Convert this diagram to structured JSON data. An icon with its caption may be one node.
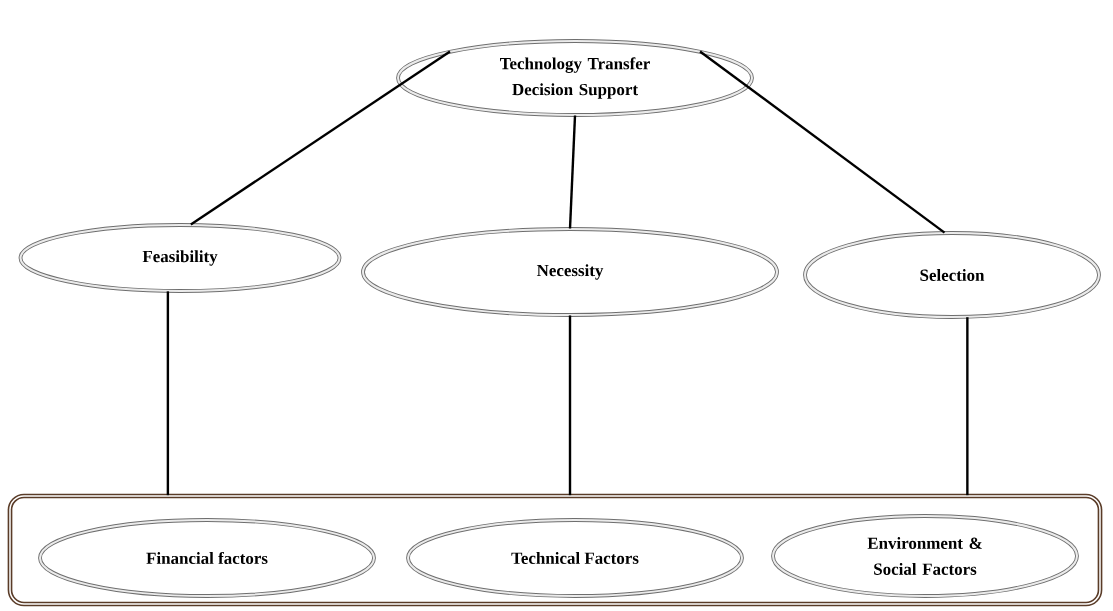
{
  "diagram": {
    "nodes": [
      {
        "text": [
          "Technology Transfer Decision Support"
        ]
      },
      {
        "text": [
          "Feasibility"
        ]
      },
      {
        "text": [
          "Necessity"
        ]
      },
      {
        "text": [
          "Selection"
        ]
      },
      {
        "text": [],
        "shape": "box"
      },
      {
        "text": [
          "Financial factors"
        ],
        "in": 4
      },
      {
        "text": [
          "Technical Factors"
        ],
        "in": 4
      },
      {
        "text": [
          "Environment & Social Factors"
        ],
        "in": 4
      }
    ],
    "edges": [
      {
        "from": 0,
        "to": 1,
        "arrow": "none"
      },
      {
        "from": 0,
        "to": 2,
        "arrow": "none"
      },
      {
        "from": 0,
        "to": 3,
        "arrow": "none"
      },
      {
        "from": 1,
        "to": 4,
        "arrow": "none"
      },
      {
        "from": 2,
        "to": 4,
        "arrow": "none"
      },
      {
        "from": 3,
        "to": 4,
        "arrow": "none"
      }
    ]
  }
}
